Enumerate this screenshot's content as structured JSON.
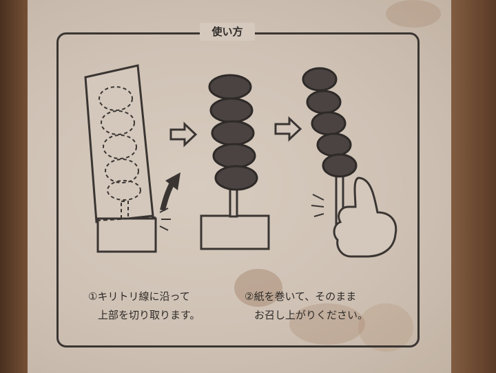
{
  "panel": {
    "title": "使い方",
    "step1": {
      "line1": "①キリトリ線に沿って",
      "line2": "上部を切り取ります。"
    },
    "step2": {
      "line1": "②紙を巻いて、そのまま",
      "line2": "お召し上がりください。"
    }
  },
  "colors": {
    "ink": "#3a3532",
    "paper": "#d2c5b8",
    "dango": "#4a4341"
  },
  "icons": [
    "arrow-right-icon",
    "curved-arrow-icon",
    "thumbs-up-hand-icon",
    "scissors-cut-marks-icon"
  ]
}
